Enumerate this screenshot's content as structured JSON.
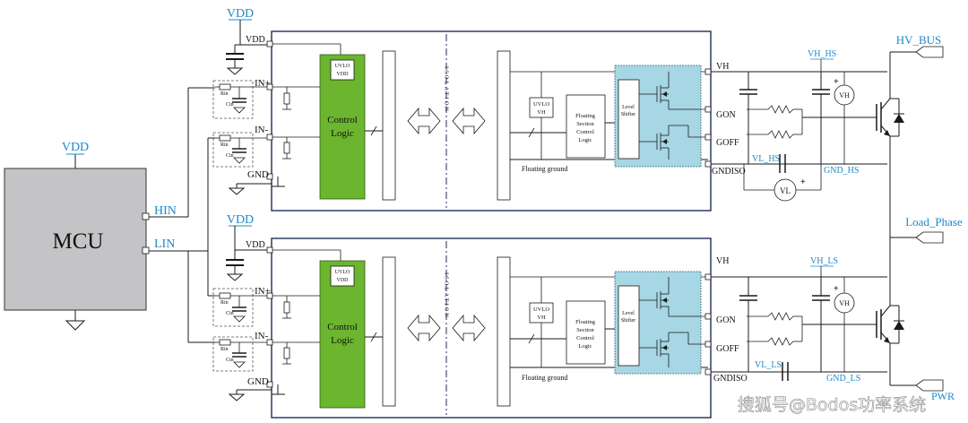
{
  "labels": {
    "vdd": "VDD",
    "mcu": "MCU",
    "hin": "HIN",
    "lin": "LIN",
    "in_plus": "IN+",
    "in_minus": "IN-",
    "gnd": "GND",
    "control": "Control",
    "logic": "Logic",
    "uvlo": "UVLO",
    "isolation": "ISOLATION",
    "vh": "VH",
    "floating_ground": "Floating ground",
    "floating_section_1": "Floating",
    "floating_section_2": "Section",
    "floating_section_3": "Control",
    "floating_section_4": "Logic",
    "level": "Level",
    "shifter": "Shifter",
    "gon": "GON",
    "goff": "GOFF",
    "gndiso": "GNDISO",
    "vl": "VL",
    "vh_hs": "VH_HS",
    "vl_hs": "VL_HS",
    "gnd_hs": "GND_HS",
    "vh_ls": "VH_LS",
    "vl_ls": "VL_LS",
    "gnd_ls": "GND_LS",
    "hv_bus": "HV_BUS",
    "load_phase": "Load_Phase",
    "pwr": "PWR",
    "rin": "Rin",
    "cin": "Cin",
    "plus": "+",
    "watermark": "搜狐号@Bodos功率系统"
  },
  "colors": {
    "control_logic_fill": "#6cb52f",
    "mcu_fill": "#c4c4c6",
    "mcu_text": "#e03030",
    "level_shifter_fill": "#a7d6e4",
    "net_label_blue": "#1e88c8",
    "box_border": "#1f2d5a"
  }
}
